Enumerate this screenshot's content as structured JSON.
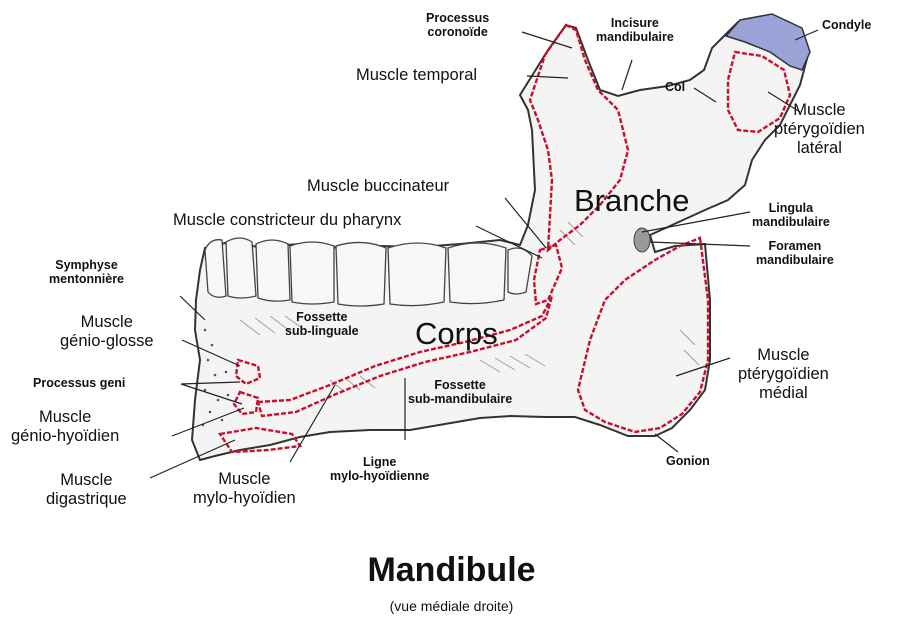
{
  "title": "Mandibule",
  "subtitle": "(vue médiale droite)",
  "regions": {
    "branche": "Branche",
    "corps": "Corps"
  },
  "labels": {
    "processus_coronoide": [
      "Processus",
      "coronoïde"
    ],
    "incisure_mandibulaire": [
      "Incisure",
      "mandibulaire"
    ],
    "condyle": "Condyle",
    "muscle_temporal": "Muscle temporal",
    "col": "Col",
    "muscle_pterygoidien_lateral": [
      "Muscle",
      "ptérygoïdien",
      "latéral"
    ],
    "muscle_buccinateur": "Muscle buccinateur",
    "muscle_constricteur": "Muscle constricteur du pharynx",
    "lingula_mandibulaire": [
      "Lingula",
      "mandibulaire"
    ],
    "foramen_mandibulaire": [
      "Foramen",
      "mandibulaire"
    ],
    "symphyse_mentonniere": [
      "Symphyse",
      "mentonnière"
    ],
    "fossette_sub_linguale": [
      "Fossette",
      "sub-linguale"
    ],
    "muscle_genio_glosse": [
      "Muscle",
      "génio-glosse"
    ],
    "processus_geni": "Processus geni",
    "fossette_sub_mandibulaire": [
      "Fossette",
      "sub-mandibulaire"
    ],
    "muscle_pterygoidien_medial": [
      "Muscle",
      "ptérygoïdien",
      "médial"
    ],
    "muscle_genio_hyoidien": [
      "Muscle",
      "génio-hyoïdien"
    ],
    "muscle_digastrique": [
      "Muscle",
      "digastrique"
    ],
    "muscle_mylo_hyoidien": [
      "Muscle",
      "mylo-hyoïdien"
    ],
    "ligne_mylo_hyoidienne": [
      "Ligne",
      "mylo-hyoïdienne"
    ],
    "gonion": "Gonion"
  },
  "colors": {
    "bone": "#f4f4f4",
    "outline": "#333333",
    "muscle_insertion": "#c8102e",
    "condyle_cap": "#9aa3d8",
    "shading": "#8a8a8a"
  }
}
